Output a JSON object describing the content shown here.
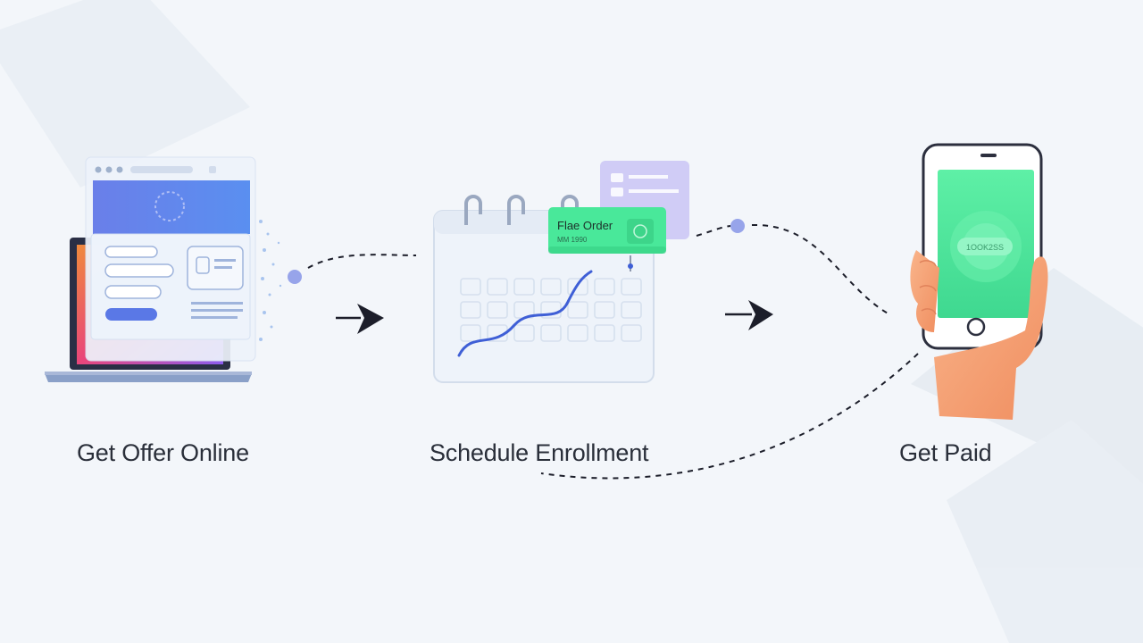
{
  "steps": [
    {
      "label": "Get Offer Online",
      "icon": "laptop-offer-form-icon"
    },
    {
      "label": "Schedule Enrollment",
      "icon": "calendar-icon"
    },
    {
      "label": "Get Paid",
      "icon": "phone-in-hand-icon"
    }
  ],
  "calendar_card": {
    "title": "Flae Order",
    "subtitle": "MM 1990"
  },
  "phone_screen": {
    "pill_text": "1OOK2SS"
  },
  "colors": {
    "background": "#f3f6fa",
    "accent_blue": "#5a74e8",
    "accent_green": "#49e89a",
    "accent_purple": "#c9c4f4",
    "connector": "#1c1e2a",
    "dot": "#97a4ea",
    "skin": "#f7a57a"
  }
}
